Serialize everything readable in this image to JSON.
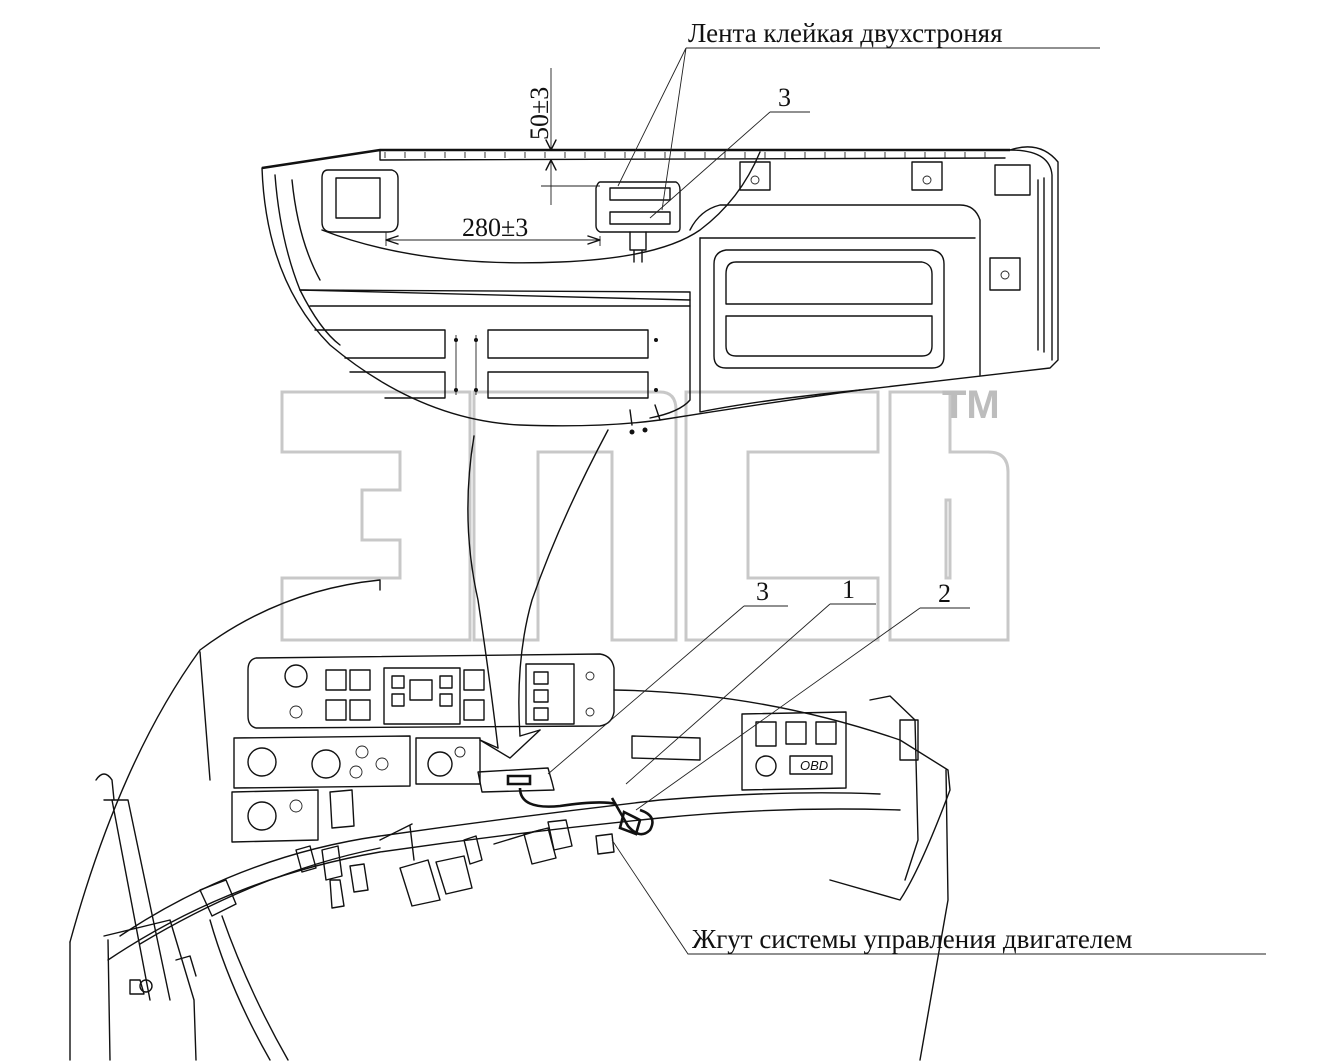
{
  "labels": {
    "tape": "Лента клейкая двухстроняя",
    "harness": "Жгут системы управления двигателем"
  },
  "dimensions": {
    "vertical": "50±3",
    "horizontal": "280±3"
  },
  "callouts": {
    "top_3": "3",
    "bottom_3": "3",
    "bottom_1": "1",
    "bottom_2": "2"
  },
  "panel_text": {
    "obd": "OBD"
  },
  "watermark": {
    "trademark": "TM"
  }
}
